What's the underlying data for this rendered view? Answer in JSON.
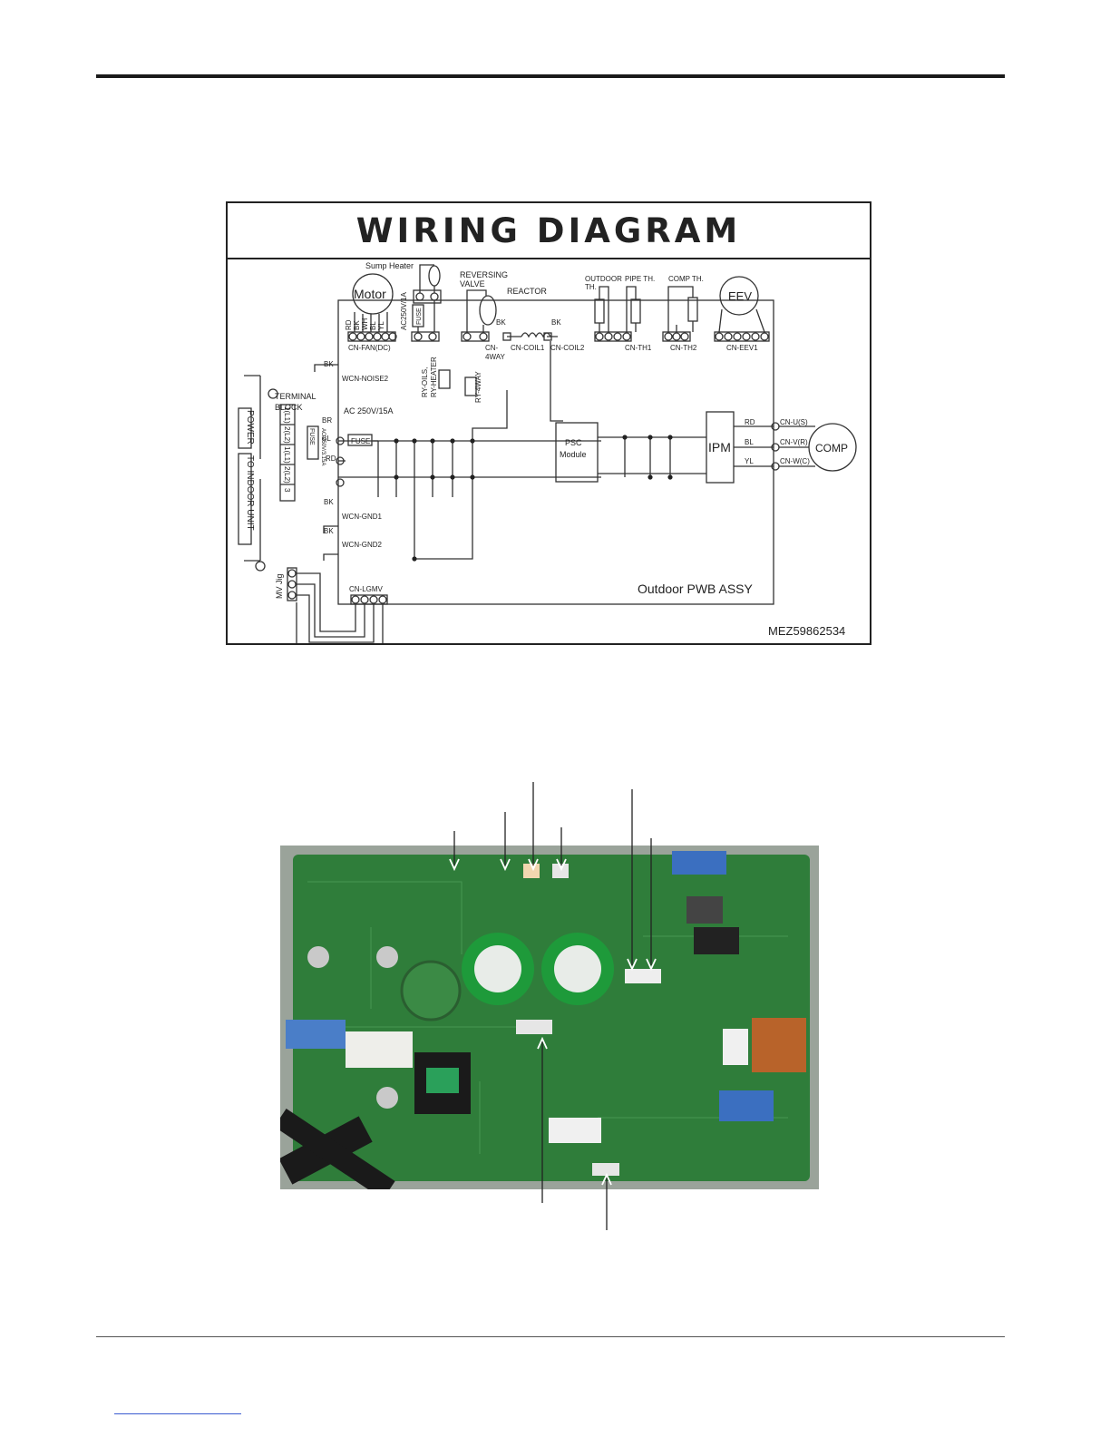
{
  "diagram": {
    "title": "WIRING DIAGRAM",
    "labels": {
      "sump_heater": "Sump Heater",
      "reversing_valve_1": "REVERSING",
      "reversing_valve_2": "VALVE",
      "reactor": "REACTOR",
      "outdoor_th_1": "OUTDOOR",
      "outdoor_th_2": "TH.",
      "pipe_th": "PIPE TH.",
      "comp_th": "COMP TH.",
      "motor": "Motor",
      "eev": "EEV",
      "fan_rd": "RD",
      "fan_bk": "BK",
      "fan_wh": "WH",
      "fan_bl": "BL",
      "fan_yl": "YL",
      "ac250v1a": "AC250V/1A",
      "fuse_small": "FUSE",
      "cn_fan": "CN-FAN(DC)",
      "cn_4way_1": "CN-",
      "cn_4way_2": "4WAY",
      "bk_a": "BK",
      "bk_b": "BK",
      "cn_coil1": "CN-COIL1",
      "cn_coil2": "CN-COIL2",
      "cn_th1": "CN-TH1",
      "cn_th2": "CN-TH2",
      "cn_eev1": "CN-EEV1",
      "bk_noise": "BK",
      "wcn_noise2": "WCN-NOISE2",
      "ry_oil": "RY-OILS,",
      "ry_heater": "RY-HEATER",
      "ry_4way": "RY-4WAY",
      "terminal_block_1": "TERMINAL",
      "terminal_block_2": "BLOCK",
      "ac250v15a": "AC 250V/15A",
      "br": "BR",
      "fuse_main": "FUSE",
      "bl": "BL",
      "rd": "RD",
      "power": "POWER",
      "to_indoor_unit": "TO INDOOR UNIT",
      "tb_1l1": "1(L1)",
      "tb_2l2": "2(L2)",
      "tb_1l1b": "1(L1)",
      "tb_2l2b": "2(L2)",
      "tb_3": "3",
      "fuse_tb": "FUSE",
      "fuse_tb_rating": "AC 250V/3.15A",
      "psc_1": "PSC",
      "psc_2": "Module",
      "ipm": "IPM",
      "comp": "COMP",
      "rd_u": "RD",
      "bl_v": "BL",
      "yl_w": "YL",
      "cn_u": "CN-U(S)",
      "cn_v": "CN-V(R)",
      "cn_w": "CN-W(C)",
      "bk_gnd1": "BK",
      "wcn_gnd1": "WCN-GND1",
      "bk_gnd2": "BK",
      "wcn_gnd2": "WCN-GND2",
      "mv_jig": "MV Jig",
      "cn_lgmv": "CN-LGMV",
      "outdoor_pwb": "Outdoor PWB ASSY",
      "part_no": "MEZ59862534"
    }
  },
  "photo": {
    "board_color": "#2f7d3a",
    "capacitor_color": "#1e9a3a"
  }
}
